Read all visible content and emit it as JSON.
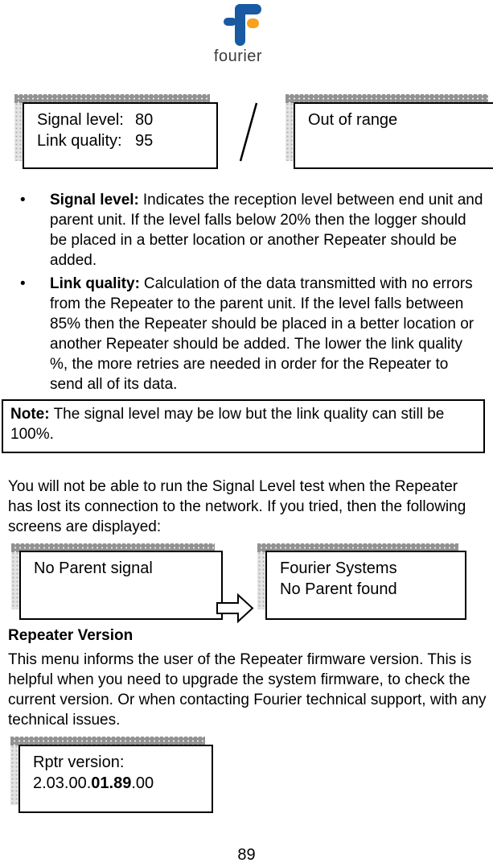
{
  "colors": {
    "logo_blue": "#1a5aa2",
    "logo_orange": "#f7a11e"
  },
  "logo": {
    "wordmark": "fourier"
  },
  "lcd_screens": {
    "signal": {
      "rows": [
        {
          "label": "Signal level:",
          "value": "80"
        },
        {
          "label": "Link quality:",
          "value": "95"
        }
      ]
    },
    "out_of_range": {
      "line1": "Out of range"
    },
    "no_parent_signal": {
      "line1": "No Parent signal"
    },
    "no_parent_found": {
      "line1": "Fourier Systems",
      "line2": "No Parent found"
    },
    "rptr_version": {
      "line1": "Rptr version:",
      "version_pre": "2.03.00.",
      "version_bold": "01.89",
      "version_post": ".00"
    }
  },
  "bullets": [
    {
      "lead": "Signal level:",
      "text": "Indicates the reception level between end unit and parent unit. If the level falls below 20% then the logger should be placed in a better location or another Repeater should be added."
    },
    {
      "lead": "Link quality:",
      "text": "Calculation of the data transmitted with no errors from the Repeater to the parent unit. If the level falls between 85% then the Repeater should be placed in a better location or another Repeater should be added. The lower the link quality %, the more retries are needed in order for the Repeater to send all of its data."
    }
  ],
  "note": {
    "lead": "Note:",
    "text": "The signal level may be low but the link quality can still be 100%."
  },
  "paragraphs": {
    "signal_test": "You will not be able to run the Signal Level test when the Repeater has lost its connection to the network. If you tried, then the following screens are displayed:",
    "repeater_version_heading": "Repeater Version",
    "repeater_version_body": "This menu informs the user of the Repeater firmware version. This is helpful when you need to upgrade the system firmware, to check the current version. Or when contacting Fourier technical support, with any technical issues."
  },
  "page": {
    "number": "89"
  }
}
